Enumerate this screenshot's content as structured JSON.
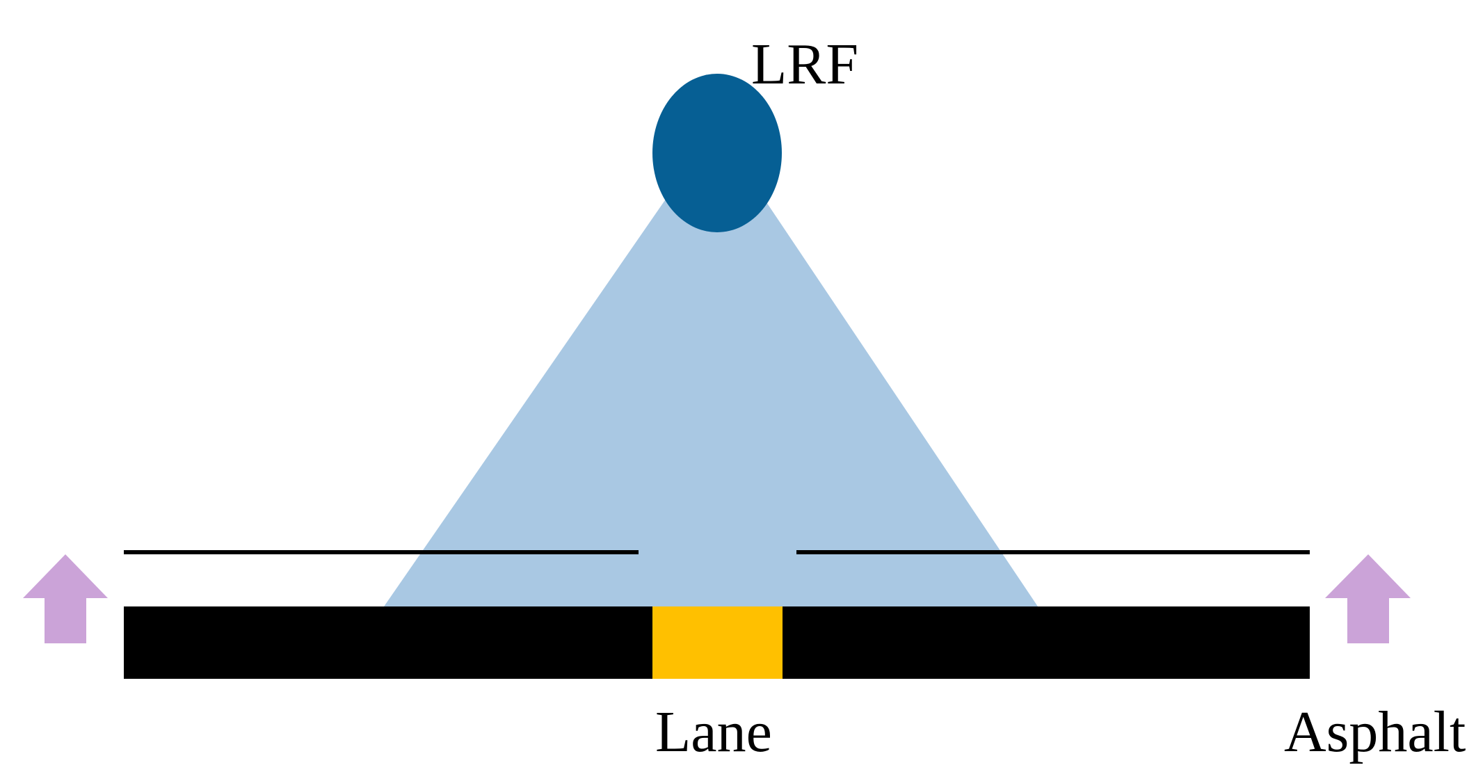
{
  "labels": {
    "sensor": "LRF",
    "lane": "Lane",
    "asphalt": "Asphalt"
  },
  "colors": {
    "background": "#ffffff",
    "sensor": "#065f94",
    "beam": "#a9c8e3",
    "road": "#000000",
    "lane_marking": "#ffc000",
    "arrow": "#cba3d8",
    "boundary_line": "#000000"
  },
  "icons": {
    "left_arrow": "up-arrow-icon",
    "right_arrow": "up-arrow-icon"
  }
}
